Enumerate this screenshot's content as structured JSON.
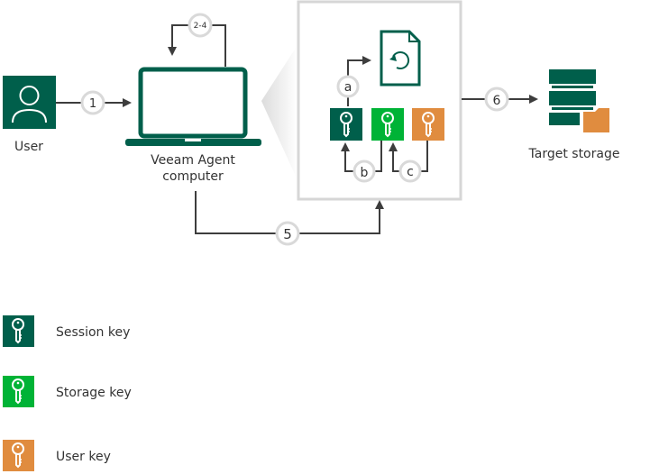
{
  "colors": {
    "veeam_green": "#005f4b",
    "storage_green": "#00b336",
    "user_orange": "#e08c3f",
    "line": "#3d3d3d",
    "badge_border": "#d9d9d9",
    "callout_border": "#d6d6d6"
  },
  "nodes": {
    "user": {
      "label": "User"
    },
    "computer": {
      "label_line1": "Veeam Agent",
      "label_line2": "computer"
    },
    "target": {
      "label": "Target storage"
    }
  },
  "steps": {
    "s1": "1",
    "s24": "2-4",
    "s5": "5",
    "s6": "6",
    "sa": "a",
    "sb": "b",
    "sc": "c"
  },
  "legend": [
    {
      "label": "Session key",
      "color": "#005f4b"
    },
    {
      "label": "Storage key",
      "color": "#00b336"
    },
    {
      "label": "User key",
      "color": "#e08c3f"
    }
  ]
}
